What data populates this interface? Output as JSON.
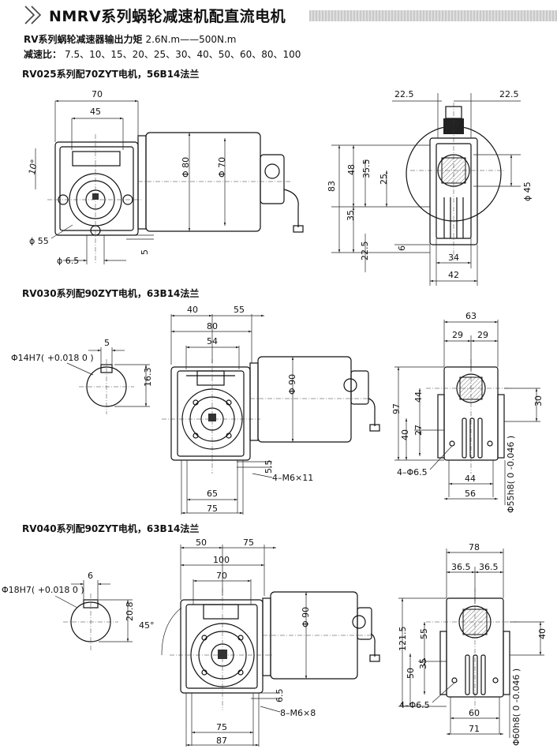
{
  "header": {
    "title": "NMRV系列蜗轮减速机配直流电机"
  },
  "specs": {
    "torque_label": "RV系列蜗轮减速器输出力矩",
    "torque_value": "2.6N.m——500N.m",
    "ratio_label": "减速比：",
    "ratio_value": "7.5、10、15、20、25、30、40、50、60、80、100"
  },
  "sections": [
    {
      "title": "RV025系列配70ZYT电机，56B14法兰",
      "dims": {
        "w70": "70",
        "w45": "45",
        "ang": "10°",
        "phi55": "ϕ 55",
        "phi65": "ϕ 6.5",
        "d5": "5",
        "phi80": "Φ 80",
        "phi70": "Φ 70",
        "l225a": "22.5",
        "l225b": "22.5",
        "h83": "83",
        "h48": "48",
        "h355": "35.5",
        "h25": "25",
        "h35": "35",
        "h225": "22.5",
        "h6": "6",
        "phi45": "ϕ 45",
        "w34": "34",
        "w42": "42"
      }
    },
    {
      "title": "RV030系列配90ZYT电机，63B14法兰",
      "dims": {
        "w40": "40",
        "w55": "55",
        "w80": "80",
        "w54": "54",
        "phi90": "Φ 90",
        "d55": "5.5",
        "m6": "4–M6×11",
        "w65": "65",
        "w75": "75",
        "bore": "Φ14H7( +0.018 0 )",
        "key": "5",
        "keyh": "16.3",
        "w63": "63",
        "w29a": "29",
        "w29b": "29",
        "h97": "97",
        "h44": "44",
        "h27": "27",
        "h40": "40",
        "h30": "30",
        "holes": "4–Φ6.5",
        "w44": "44",
        "w56": "56",
        "flange": "Φ55h8( 0 -0.046 )"
      }
    },
    {
      "title": "RV040系列配90ZYT电机，63B14法兰",
      "dims": {
        "w50": "50",
        "w75": "75",
        "w100": "100",
        "w70": "70",
        "phi90": "Φ 90",
        "ang": "45°",
        "d65": "6.5",
        "m6": "8–M6×8",
        "w75b": "75",
        "w87": "87",
        "bore": "Φ18H7( +0.018 0 )",
        "key": "6",
        "keyh": "20.8",
        "w78": "78",
        "w365a": "36.5",
        "w365b": "36.5",
        "h1215": "121.5",
        "h55": "55",
        "h35": "35",
        "h50": "50",
        "h40": "40",
        "holes": "4–Φ6.5",
        "w60": "60",
        "w71": "71",
        "flange": "Φ60h8( 0 -0.046 )"
      }
    }
  ]
}
